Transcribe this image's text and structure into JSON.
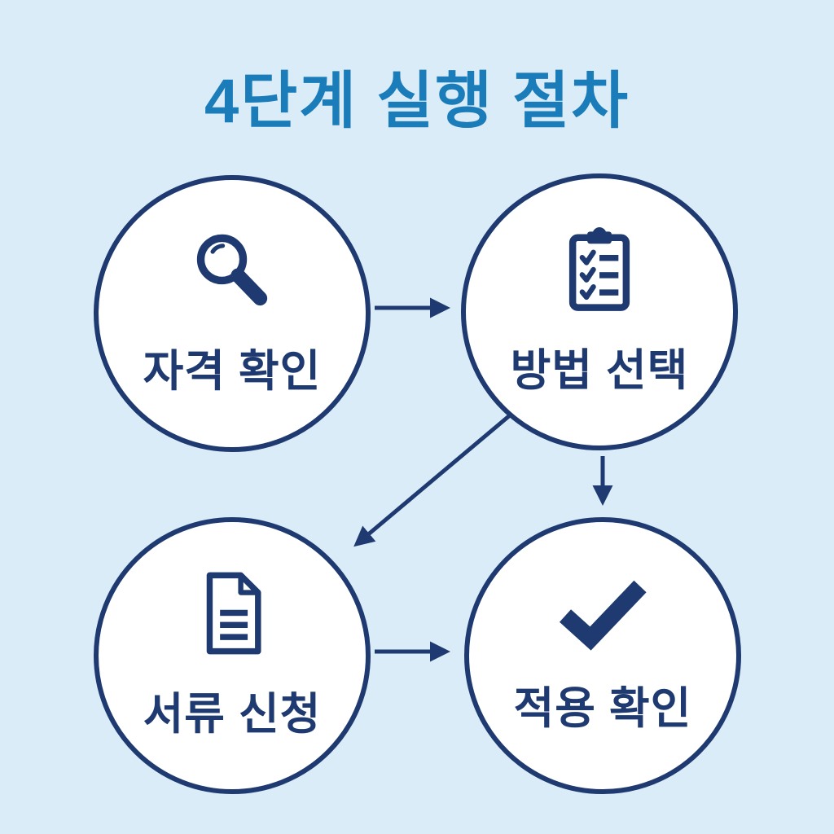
{
  "title": "4단계 실행 절차",
  "colors": {
    "background": "#d9ecf8",
    "title_blue": "#1a7cb8",
    "navy": "#1e3a70",
    "circle_fill": "#ffffff"
  },
  "steps": [
    {
      "label": "자격 확인",
      "icon": "magnifier-icon"
    },
    {
      "label": "방법 선택",
      "icon": "clipboard-checklist-icon"
    },
    {
      "label": "서류 신청",
      "icon": "document-icon"
    },
    {
      "label": "적용 확인",
      "icon": "checkmark-icon"
    }
  ],
  "flow": {
    "arrows": [
      "step1-to-step2",
      "step2-to-step3",
      "step2-to-step4",
      "step3-to-step4"
    ]
  }
}
